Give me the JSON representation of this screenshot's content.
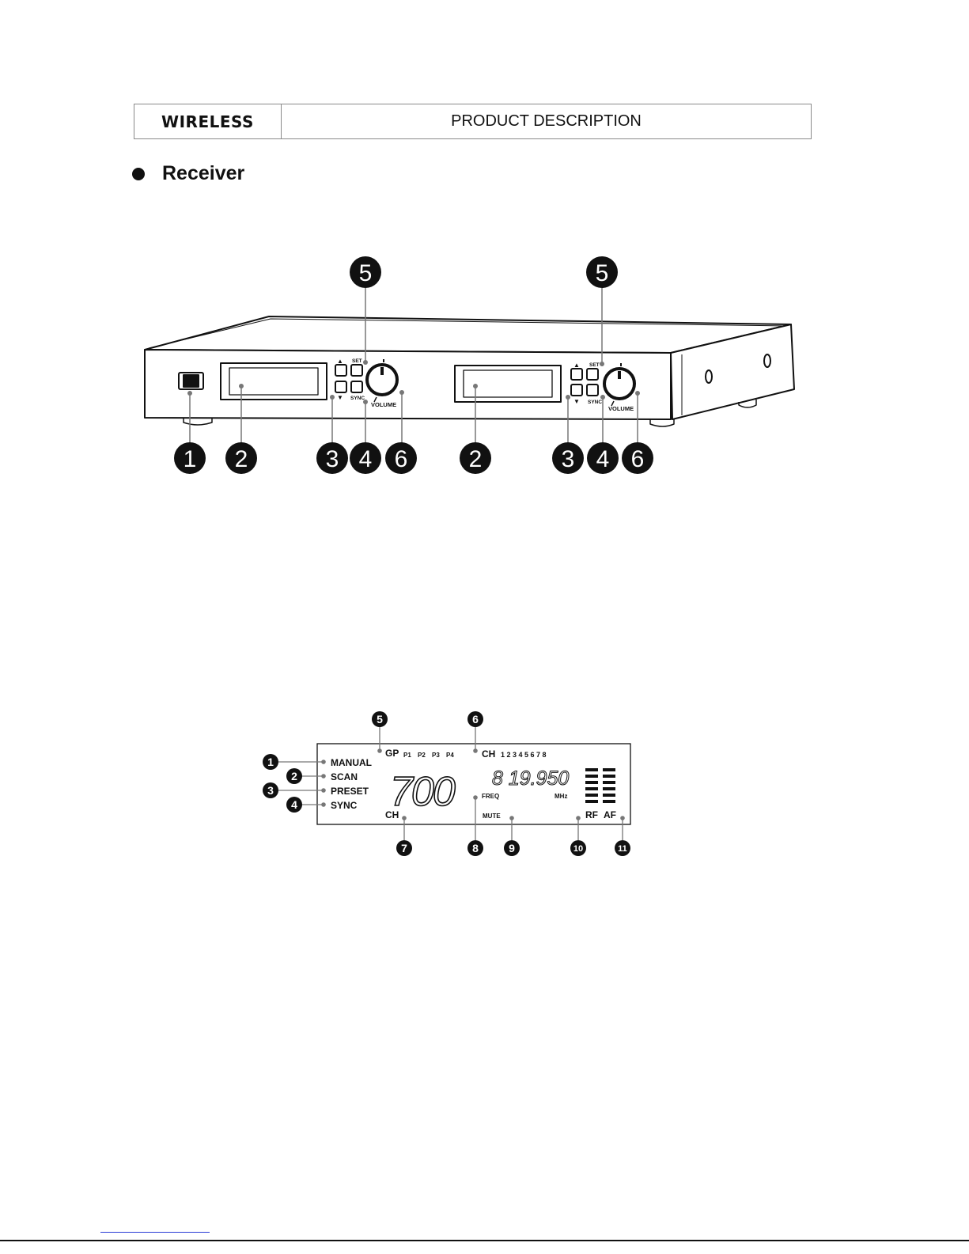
{
  "header": {
    "brand": "WIRELESS",
    "title": "PRODUCT DESCRIPTION"
  },
  "section": {
    "title": "Receiver"
  },
  "receiver_figure": {
    "callouts_top": [
      "5",
      "5"
    ],
    "callouts_bottom": [
      "1",
      "2",
      "3",
      "4",
      "6",
      "2",
      "3",
      "4",
      "6"
    ],
    "panel_labels": {
      "set": "SET",
      "sync": "SYNC",
      "volume": "VOLUME",
      "up": "▲",
      "down": "▼"
    }
  },
  "lcd_figure": {
    "mode_labels": [
      "MANUAL",
      "SCAN",
      "PRESET",
      "SYNC"
    ],
    "mode_callouts": [
      "1",
      "2",
      "3",
      "4"
    ],
    "group_label": "GP",
    "presets": [
      "P1",
      "P2",
      "P3",
      "P4"
    ],
    "channel_label": "CH",
    "channels": "1 2 3 4 5 6 7 8",
    "big_number": "700",
    "big_label": "CH",
    "frequency": "8 19.950",
    "freq_label": "FREQ",
    "unit": "MHz",
    "mute_label": "MUTE",
    "rf_label": "RF",
    "af_label": "AF",
    "callouts_top": [
      "5",
      "6"
    ],
    "callouts_bottom": [
      "7",
      "8",
      "9",
      "10",
      "11"
    ]
  }
}
